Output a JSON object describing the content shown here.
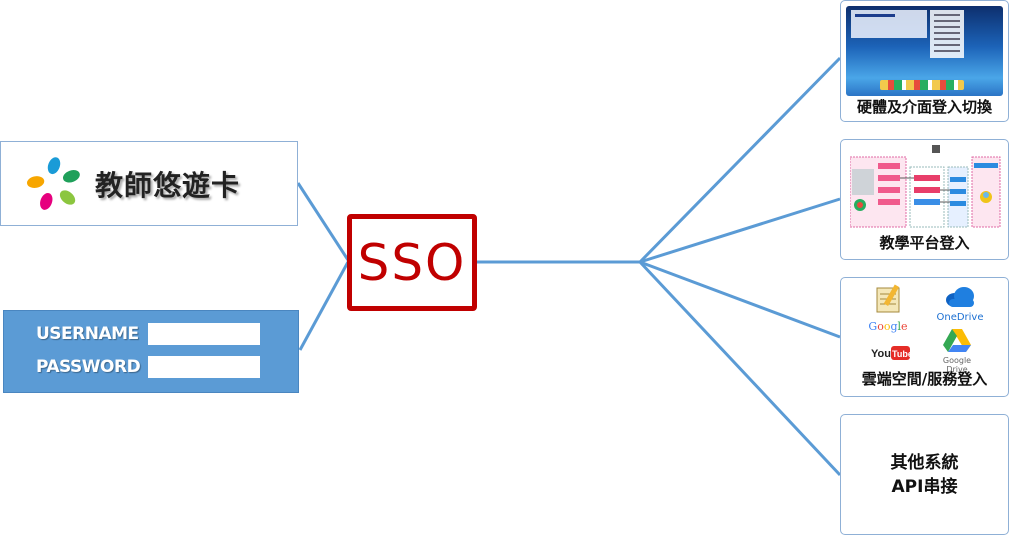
{
  "teacher_card": {
    "title": "教師悠遊卡"
  },
  "credentials": {
    "username_label": "USERNAME",
    "password_label": "PASSWORD",
    "username_value": "",
    "password_value": ""
  },
  "sso": {
    "label": "SSO"
  },
  "targets": [
    {
      "caption": "硬體及介面登入切換"
    },
    {
      "caption": "教學平台登入"
    },
    {
      "caption": "雲端空間/服務登入"
    },
    {
      "caption_line1": "其他系統",
      "caption_line2": "API串接"
    }
  ],
  "cloud_services": {
    "google_label": "Google",
    "onedrive_label": "OneDrive",
    "youtube_label": "YouTube",
    "gdrive_label": "Google Drive"
  },
  "colors": {
    "connector": "#5b9bd5",
    "sso_red": "#c00000",
    "credentials_bg": "#5b9bd5",
    "panel_border": "#8fb0d6"
  }
}
